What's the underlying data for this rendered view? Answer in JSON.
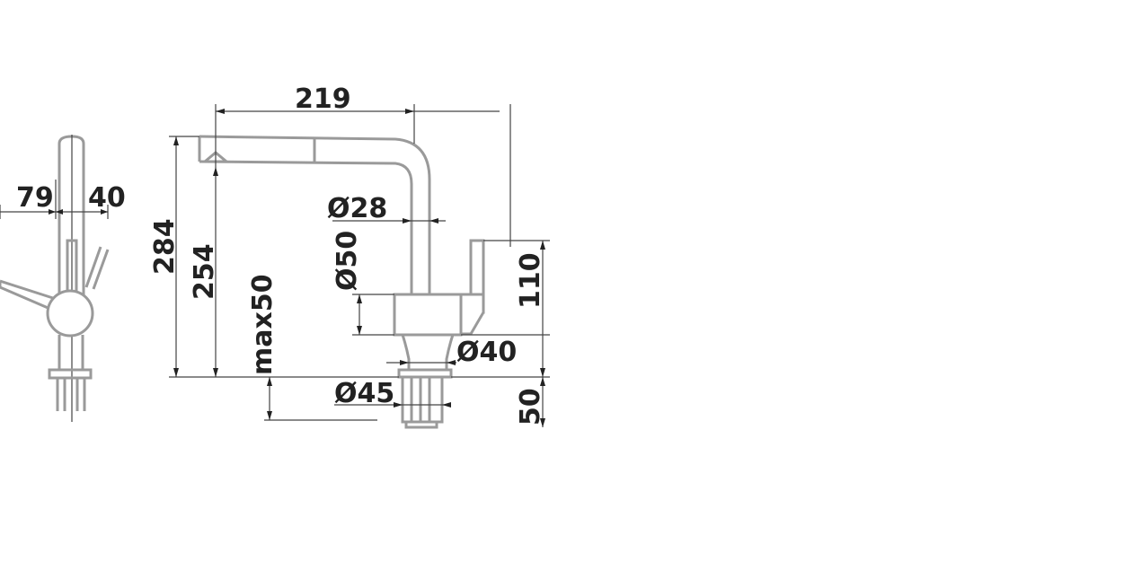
{
  "dimensions": {
    "side_left": "79",
    "side_right": "40",
    "total_height": "284",
    "spout_height": "254",
    "max_deck": "max50",
    "reach": "219",
    "spout_diameter": "Ø28",
    "body_diameter": "Ø50",
    "base_diameter": "Ø40",
    "hole_diameter": "Ø45",
    "lever_height": "110",
    "shank_length": "50"
  }
}
